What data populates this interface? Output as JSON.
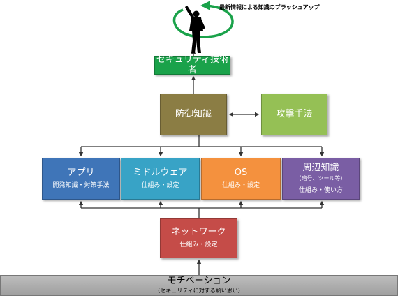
{
  "caption": {
    "prefix": "最新情報による知識の",
    "underlined": "ブラッシュアップ"
  },
  "nodes": {
    "engineer": {
      "title": "セキュリティ技術者"
    },
    "defense": {
      "title": "防御知識"
    },
    "attack": {
      "title": "攻撃手法"
    },
    "app": {
      "title": "アプリ",
      "sub": "開発知識・対策手法"
    },
    "middleware": {
      "title": "ミドルウェア",
      "sub": "仕組み・設定"
    },
    "os": {
      "title": "OS",
      "sub": "仕組み・設定"
    },
    "peripheral": {
      "title": "周辺知識",
      "note": "（暗号、ツール等）",
      "sub": "仕組み・使い方"
    },
    "network": {
      "title": "ネットワーク",
      "sub": "仕組み・設定"
    },
    "motivation": {
      "title": "モチベーション",
      "sub": "（セキュリティに対する熱い思い）"
    }
  },
  "colors": {
    "engineer": "#1aa24a",
    "defense": "#8b7d44",
    "attack": "#95c055",
    "app": "#3f75b8",
    "middleware": "#38a3c6",
    "os": "#f4913e",
    "peripheral": "#7a5ea4",
    "network": "#c54c48",
    "motivation": "#a8a8a8",
    "refresh_arrow": "#1aa24a"
  },
  "icons": [
    "person-silhouette-icon",
    "circular-arrow-icon"
  ]
}
